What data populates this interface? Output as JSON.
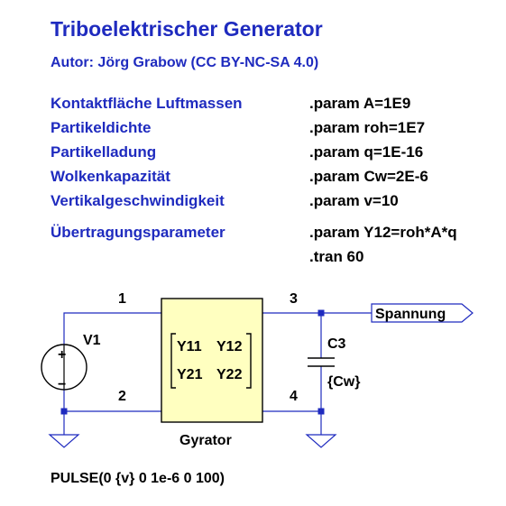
{
  "header": {
    "title": "Triboelektrischer Generator",
    "author": "Autor: Jörg Grabow (CC BY-NC-SA 4.0)"
  },
  "params": [
    {
      "label": "Kontaktfläche Luftmassen",
      "value": ".param A=1E9"
    },
    {
      "label": "Partikeldichte",
      "value": ".param roh=1E7"
    },
    {
      "label": "Partikelladung",
      "value": ".param q=1E-16"
    },
    {
      "label": "Wolkenkapazität",
      "value": ".param Cw=2E-6"
    },
    {
      "label": "Vertikalgeschwindigkeit",
      "value": ".param v=10"
    },
    {
      "label": "Übertragungsparameter",
      "value": ".param Y12=roh*A*q"
    }
  ],
  "tran": ".tran 60",
  "circuit": {
    "source": {
      "name": "V1",
      "plus": "+",
      "minus": "−",
      "pulse": "PULSE(0 {v} 0 1e-6 0 100)"
    },
    "nodes": {
      "n1": "1",
      "n2": "2",
      "n3": "3",
      "n4": "4"
    },
    "gyrator": {
      "name": "Gyrator",
      "y11": "Y11",
      "y12": "Y12",
      "y21": "Y21",
      "y22": "Y22"
    },
    "capacitor": {
      "name": "C3",
      "value": "{Cw}"
    },
    "output": {
      "label": "Spannung"
    }
  },
  "colors": {
    "wire": "#1f2bbf",
    "gyrator_fill": "#ffffc0",
    "text_blue": "#1f2bbf"
  }
}
